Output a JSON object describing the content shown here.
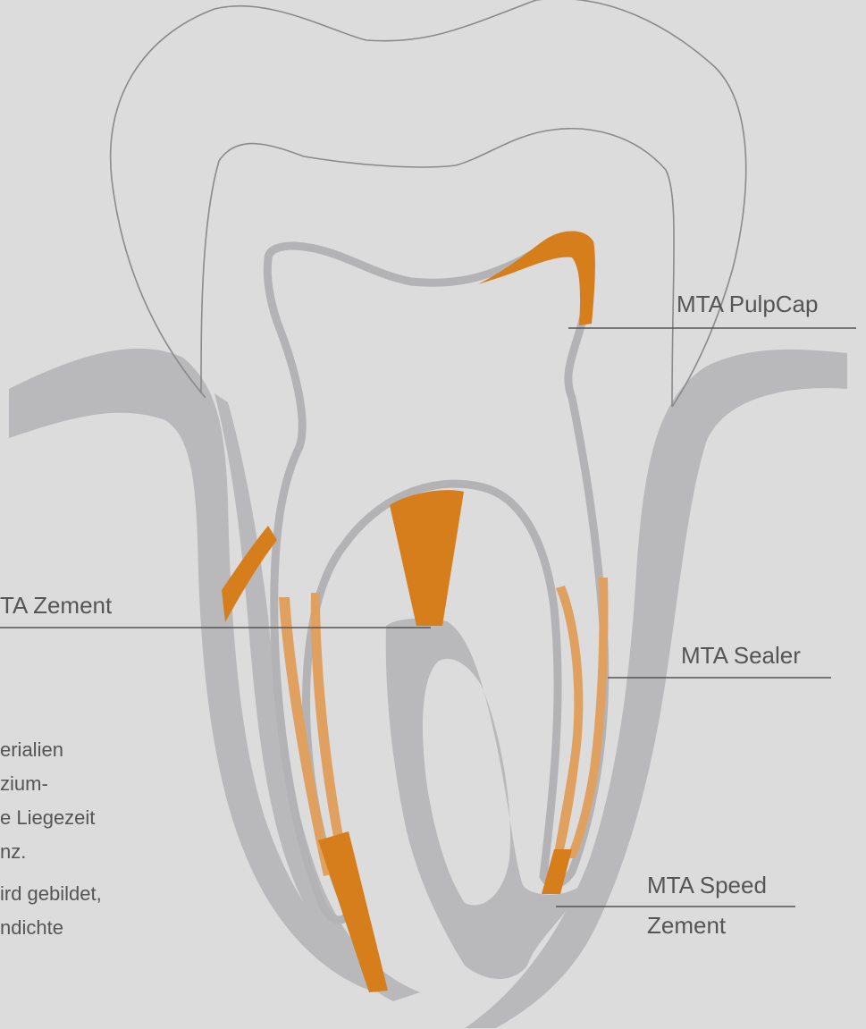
{
  "colors": {
    "background": "#dcdcdc",
    "tissue": "#b9b9bb",
    "outline": "#8a8a8a",
    "material_dark": "#d67e1c",
    "material_light": "#e0a060",
    "text": "#555555"
  },
  "labels": {
    "pulpcap": "MTA PulpCap",
    "zement": "TA Zement",
    "sealer": "MTA Sealer",
    "speed_line1": "MTA Speed",
    "speed_line2": "Zement"
  },
  "body_text": {
    "line1": "erialien",
    "line2": "zium-",
    "line3": "e Liegezeit",
    "line4": "nz.",
    "line5": "ird gebildet,",
    "line6": "ndichte"
  }
}
